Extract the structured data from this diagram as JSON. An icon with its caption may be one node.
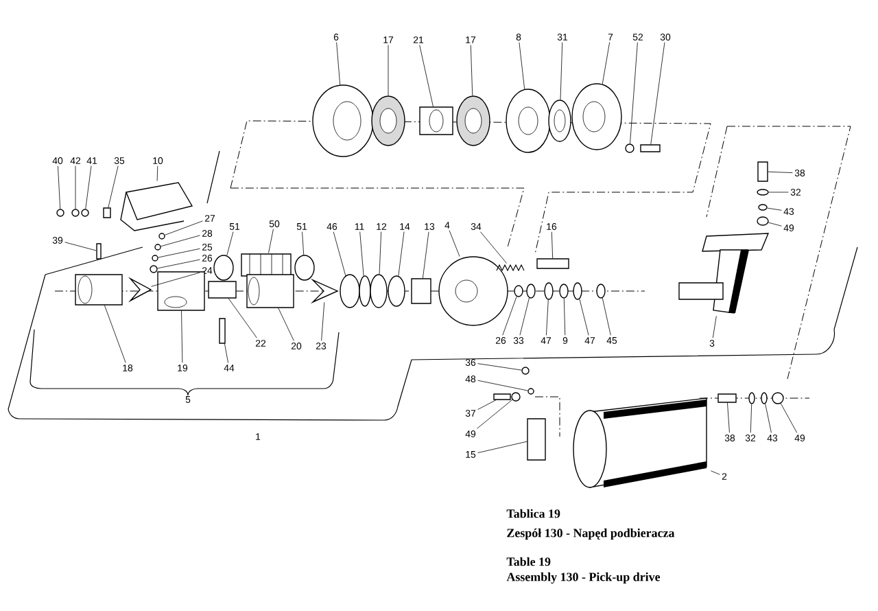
{
  "diagram": {
    "nodes": [
      {
        "text": [
          "6"
        ]
      },
      {
        "text": [
          "17"
        ]
      },
      {
        "text": [
          "21"
        ]
      },
      {
        "text": [
          "17"
        ]
      },
      {
        "text": [
          "8"
        ]
      },
      {
        "text": [
          "31"
        ]
      },
      {
        "text": [
          "7"
        ]
      },
      {
        "text": [
          "52"
        ]
      },
      {
        "text": [
          "30"
        ]
      },
      {
        "text": [
          "38"
        ]
      },
      {
        "text": [
          "32"
        ]
      },
      {
        "text": [
          "43"
        ]
      },
      {
        "text": [
          "49"
        ]
      },
      {
        "text": [
          "40"
        ]
      },
      {
        "text": [
          "42"
        ]
      },
      {
        "text": [
          "41"
        ]
      },
      {
        "text": [
          "35"
        ]
      },
      {
        "text": [
          "10"
        ]
      },
      {
        "text": [
          "27"
        ]
      },
      {
        "text": [
          "28"
        ]
      },
      {
        "text": [
          "25"
        ]
      },
      {
        "text": [
          "26"
        ]
      },
      {
        "text": [
          "24"
        ]
      },
      {
        "text": [
          "39"
        ]
      },
      {
        "text": [
          "51"
        ]
      },
      {
        "text": [
          "50"
        ]
      },
      {
        "text": [
          "51"
        ]
      },
      {
        "text": [
          "46"
        ]
      },
      {
        "text": [
          "11"
        ]
      },
      {
        "text": [
          "12"
        ]
      },
      {
        "text": [
          "14"
        ]
      },
      {
        "text": [
          "13"
        ]
      },
      {
        "text": [
          "4"
        ]
      },
      {
        "text": [
          "34"
        ]
      },
      {
        "text": [
          "16"
        ]
      },
      {
        "text": [
          "18"
        ]
      },
      {
        "text": [
          "19"
        ]
      },
      {
        "text": [
          "44"
        ]
      },
      {
        "text": [
          "22"
        ]
      },
      {
        "text": [
          "20"
        ]
      },
      {
        "text": [
          "23"
        ]
      },
      {
        "text": [
          "26"
        ]
      },
      {
        "text": [
          "33"
        ]
      },
      {
        "text": [
          "47"
        ]
      },
      {
        "text": [
          "9"
        ]
      },
      {
        "text": [
          "47"
        ]
      },
      {
        "text": [
          "45"
        ]
      },
      {
        "text": [
          "3"
        ]
      },
      {
        "text": [
          "36"
        ]
      },
      {
        "text": [
          "48"
        ]
      },
      {
        "text": [
          "37"
        ]
      },
      {
        "text": [
          "49"
        ]
      },
      {
        "text": [
          "15"
        ]
      },
      {
        "text": [
          "38"
        ]
      },
      {
        "text": [
          "32"
        ]
      },
      {
        "text": [
          "43"
        ]
      },
      {
        "text": [
          "49"
        ]
      },
      {
        "text": [
          "2"
        ]
      },
      {
        "text": [],
        "shape": "circle"
      },
      {
        "text": [],
        "shape": "circle"
      },
      {
        "text": [],
        "shape": "box"
      },
      {
        "text": [],
        "shape": "circle"
      },
      {
        "text": [],
        "shape": "circle"
      },
      {
        "text": [],
        "shape": "circle"
      },
      {
        "text": [],
        "shape": "circle"
      },
      {
        "text": [],
        "shape": "circle"
      },
      {
        "text": [],
        "shape": "box"
      },
      {
        "text": [],
        "shape": "box"
      },
      {
        "text": [],
        "shape": "circle"
      },
      {
        "text": [],
        "shape": "circle"
      },
      {
        "text": [],
        "shape": "circle"
      },
      {
        "text": [],
        "shape": "circle"
      },
      {
        "text": [],
        "shape": "circle"
      },
      {
        "text": [],
        "shape": "circle"
      },
      {
        "text": [],
        "shape": "box"
      },
      {
        "text": [],
        "shape": "picture"
      },
      {
        "text": [],
        "shape": "circle"
      },
      {
        "text": [],
        "shape": "circle"
      },
      {
        "text": [],
        "shape": "circle"
      },
      {
        "text": [],
        "shape": "circle"
      },
      {
        "text": [],
        "shape": "picture"
      },
      {
        "text": [],
        "shape": "box"
      },
      {
        "text": [],
        "shape": "circle"
      },
      {
        "text": [],
        "shape": "picture"
      },
      {
        "text": [],
        "shape": "circle"
      },
      {
        "text": [],
        "shape": "circle"
      },
      {
        "text": [],
        "shape": "circle"
      },
      {
        "text": [],
        "shape": "circle"
      },
      {
        "text": [],
        "shape": "circle"
      },
      {
        "text": [],
        "shape": "box"
      },
      {
        "text": [],
        "shape": "picture"
      },
      {
        "text": [],
        "shape": "picture"
      },
      {
        "text": [],
        "shape": "box"
      },
      {
        "text": [],
        "shape": "picture"
      },
      {
        "text": [],
        "shape": "picture"
      },
      {
        "text": [],
        "shape": "box"
      },
      {
        "text": [],
        "shape": "box"
      },
      {
        "text": [],
        "shape": "picture"
      },
      {
        "text": [],
        "shape": "picture"
      },
      {
        "text": [],
        "shape": "circle"
      },
      {
        "text": [],
        "shape": "circle"
      },
      {
        "text": [],
        "shape": "circle"
      },
      {
        "text": [],
        "shape": "circle"
      },
      {
        "text": [],
        "shape": "circle"
      },
      {
        "text": [],
        "shape": "circle"
      },
      {
        "text": [],
        "shape": "picture"
      },
      {
        "text": [],
        "shape": "circle"
      },
      {
        "text": [],
        "shape": "circle"
      },
      {
        "text": [],
        "shape": "box"
      },
      {
        "text": [],
        "shape": "circle"
      },
      {
        "text": [],
        "shape": "box"
      },
      {
        "text": [],
        "shape": "box"
      },
      {
        "text": [],
        "shape": "circle"
      },
      {
        "text": [],
        "shape": "circle"
      },
      {
        "text": [],
        "shape": "circle"
      },
      {
        "text": [],
        "shape": "cylinder"
      }
    ],
    "edges": [
      {
        "from": 0,
        "to": 58,
        "arrow": "none"
      },
      {
        "from": 1,
        "to": 59,
        "arrow": "none"
      },
      {
        "from": 2,
        "to": 60,
        "arrow": "none"
      },
      {
        "from": 3,
        "to": 61,
        "arrow": "none"
      },
      {
        "from": 4,
        "to": 62,
        "arrow": "none"
      },
      {
        "from": 5,
        "to": 63,
        "arrow": "none"
      },
      {
        "from": 6,
        "to": 64,
        "arrow": "none"
      },
      {
        "from": 7,
        "to": 65,
        "arrow": "none"
      },
      {
        "from": 8,
        "to": 66,
        "arrow": "none"
      },
      {
        "from": 9,
        "to": 67,
        "arrow": "none"
      },
      {
        "from": 10,
        "to": 68,
        "arrow": "none"
      },
      {
        "from": 11,
        "to": 69,
        "arrow": "none"
      },
      {
        "from": 12,
        "to": 70,
        "arrow": "none"
      },
      {
        "from": 13,
        "to": 71,
        "arrow": "none"
      },
      {
        "from": 14,
        "to": 72,
        "arrow": "none"
      },
      {
        "from": 15,
        "to": 73,
        "arrow": "none"
      },
      {
        "from": 16,
        "to": 74,
        "arrow": "none"
      },
      {
        "from": 17,
        "to": 75,
        "arrow": "none"
      },
      {
        "from": 18,
        "to": 76,
        "arrow": "none"
      },
      {
        "from": 19,
        "to": 77,
        "arrow": "none"
      },
      {
        "from": 20,
        "to": 78,
        "arrow": "none"
      },
      {
        "from": 21,
        "to": 79,
        "arrow": "none"
      },
      {
        "from": 22,
        "to": 80,
        "arrow": "none"
      },
      {
        "from": 23,
        "to": 81,
        "arrow": "none"
      },
      {
        "from": 24,
        "to": 82,
        "arrow": "none"
      },
      {
        "from": 25,
        "to": 83,
        "arrow": "none"
      },
      {
        "from": 26,
        "to": 84,
        "arrow": "none"
      },
      {
        "from": 27,
        "to": 85,
        "arrow": "none"
      },
      {
        "from": 28,
        "to": 86,
        "arrow": "none"
      },
      {
        "from": 29,
        "to": 87,
        "arrow": "none"
      },
      {
        "from": 30,
        "to": 88,
        "arrow": "none"
      },
      {
        "from": 31,
        "to": 89,
        "arrow": "none"
      },
      {
        "from": 32,
        "to": 90,
        "arrow": "none"
      },
      {
        "from": 33,
        "to": 91,
        "arrow": "none"
      },
      {
        "from": 34,
        "to": 92,
        "arrow": "none"
      },
      {
        "from": 35,
        "to": 93,
        "arrow": "none"
      },
      {
        "from": 36,
        "to": 94,
        "arrow": "none"
      },
      {
        "from": 37,
        "to": 95,
        "arrow": "none"
      },
      {
        "from": 38,
        "to": 96,
        "arrow": "none"
      },
      {
        "from": 39,
        "to": 97,
        "arrow": "none"
      },
      {
        "from": 40,
        "to": 98,
        "arrow": "none"
      },
      {
        "from": 41,
        "to": 99,
        "arrow": "none"
      },
      {
        "from": 42,
        "to": 100,
        "arrow": "none"
      },
      {
        "from": 43,
        "to": 101,
        "arrow": "none"
      },
      {
        "from": 44,
        "to": 102,
        "arrow": "none"
      },
      {
        "from": 45,
        "to": 103,
        "arrow": "none"
      },
      {
        "from": 46,
        "to": 104,
        "arrow": "none"
      },
      {
        "from": 47,
        "to": 105,
        "arrow": "none"
      },
      {
        "from": 48,
        "to": 106,
        "arrow": "none"
      },
      {
        "from": 49,
        "to": 107,
        "arrow": "none"
      },
      {
        "from": 50,
        "to": 108,
        "arrow": "none"
      },
      {
        "from": 51,
        "to": 109,
        "arrow": "none"
      },
      {
        "from": 52,
        "to": 110,
        "arrow": "none"
      },
      {
        "from": 53,
        "to": 111,
        "arrow": "none"
      },
      {
        "from": 54,
        "to": 112,
        "arrow": "none"
      },
      {
        "from": 55,
        "to": 113,
        "arrow": "none"
      },
      {
        "from": 56,
        "to": 114,
        "arrow": "none"
      },
      {
        "from": 57,
        "to": 115,
        "arrow": "none"
      }
    ],
    "labels": [
      "5",
      "1",
      "Tablica 19",
      "Zespół 130 - Napęd podbieracza",
      "Table 19",
      "Assembly 130 - Pick-up drive"
    ]
  }
}
